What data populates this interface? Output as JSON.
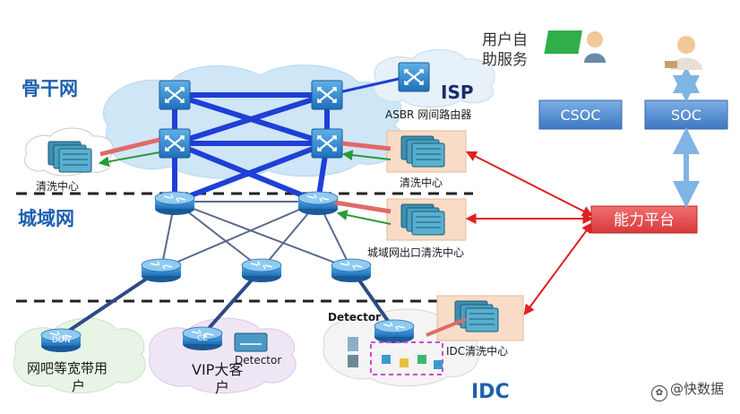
{
  "zones": {
    "backbone": "骨干网",
    "metro": "城域网",
    "idc": "IDC"
  },
  "labels": {
    "isp": "ISP",
    "asbr": "ASBR 网间路由器",
    "user_self_service_line1": "用户自",
    "user_self_service_line2": "助服务",
    "csoc": "CSOC",
    "soc": "SOC",
    "capability_platform": "能力平台",
    "scrubbing_center_left": "清洗中心",
    "scrubbing_center_backbone": "清洗中心",
    "metro_exit_scrubbing": "城域网出口清洗中心",
    "idc_scrubbing": "IDC清洗中心",
    "detector_idc": "Detector",
    "detector_vip": "Detector",
    "netbar_line1": "网吧等宽带用",
    "netbar_line2": "户",
    "vip_line1": "VIP大客",
    "vip_line2": "户",
    "device_ddn": "DDN",
    "device_ce": "CE"
  },
  "watermark": "@快数据",
  "colors": {
    "backbone_link": "#1f3fd6",
    "metro_link": "#5a6a8c",
    "access_link": "#2f4a86",
    "red_arrow": "#e02020",
    "green_arrow": "#2a9a3a",
    "soc_box": "#5b8fd0",
    "platform_box": "#e04a4a",
    "router": "#2a7fc8",
    "cloud_blue": "#cfe6f7",
    "dash": "#222222"
  }
}
